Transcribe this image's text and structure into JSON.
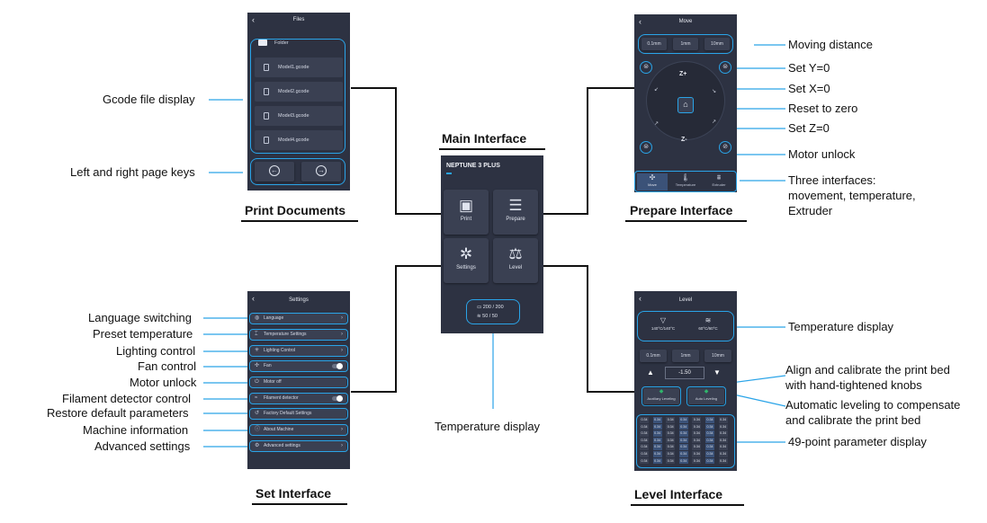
{
  "titles": {
    "print": "Print Documents",
    "main": "Main Interface",
    "prepare": "Prepare Interface",
    "set": "Set Interface",
    "level": "Level Interface"
  },
  "files_screen": {
    "header": "Files",
    "folder": "Folder",
    "files": [
      "Model1.gcode",
      "Model2.gcode",
      "Model3.gcode",
      "Model4.gcode"
    ]
  },
  "main_screen": {
    "brand": "NEPTUNE 3 PLUS",
    "buttons": [
      "Print",
      "Prepare",
      "Settings",
      "Level"
    ],
    "temps": [
      "200 / 200",
      "50 / 50"
    ]
  },
  "move_screen": {
    "header": "Move",
    "distances": [
      "0.1mm",
      "1mm",
      "10mm"
    ],
    "z_plus": "Z+",
    "z_minus": "Z-",
    "tabs": [
      "Move",
      "Temperature",
      "Extruder"
    ]
  },
  "settings_screen": {
    "header": "Settings",
    "items": [
      "Language",
      "Temperature Settings",
      "Lighting Control",
      "Fan",
      "Motor off",
      "Filament detector",
      "Factory Default Settings",
      "About Machine",
      "Advanced settings"
    ]
  },
  "level_screen": {
    "header": "Level",
    "temps": [
      "140°C/140°C",
      "60°C/60°C"
    ],
    "distances": [
      "0.1mm",
      "1mm",
      "10mm"
    ],
    "offset": "-1.50",
    "aux": "Auxiliary Leveling",
    "auto": "Auto Leveling",
    "grid": [
      [
        "0.34",
        "0.34",
        "0.34",
        "0.34",
        "0.34",
        "0.34",
        "0.34"
      ],
      [
        "0.34",
        "0.34",
        "0.34",
        "0.34",
        "0.34",
        "0.34",
        "0.34"
      ],
      [
        "0.34",
        "0.34",
        "0.34",
        "0.34",
        "0.34",
        "0.34",
        "0.34"
      ],
      [
        "0.34",
        "0.34",
        "0.34",
        "0.34",
        "0.34",
        "0.34",
        "0.34"
      ],
      [
        "0.34",
        "0.34",
        "0.34",
        "0.34",
        "0.34",
        "0.34",
        "0.34"
      ],
      [
        "0.34",
        "0.34",
        "0.34",
        "0.34",
        "0.34",
        "0.34",
        "0.34"
      ],
      [
        "0.34",
        "0.34",
        "0.34",
        "0.34",
        "0.34",
        "0.34",
        "0.34"
      ]
    ]
  },
  "annotations": {
    "gcode_display": "Gcode file display",
    "page_keys": "Left and right page keys",
    "moving_distance": "Moving distance",
    "set_y0": "Set Y=0",
    "set_x0": "Set X=0",
    "reset_zero": "Reset to zero",
    "set_z0": "Set Z=0",
    "motor_unlock_prep": "Motor unlock",
    "three_interfaces_1": "Three interfaces:",
    "three_interfaces_2": "movement, temperature,",
    "three_interfaces_3": "Extruder",
    "language": "Language switching",
    "preset_temp": "Preset temperature",
    "lighting": "Lighting control",
    "fan": "Fan control",
    "motor_unlock_set": "Motor unlock",
    "filament": "Filament detector control",
    "restore": "Restore default parameters",
    "machine_info": "Machine  information",
    "advanced": "Advanced settings",
    "temp_display_main": "Temperature display",
    "temp_display_level": "Temperature display",
    "align_1": "Align and calibrate the print bed",
    "align_2": "with hand-tightened knobs",
    "auto_1": "Automatic leveling to compensate",
    "auto_2": "and calibrate the print bed",
    "param49": "49-point parameter display"
  }
}
